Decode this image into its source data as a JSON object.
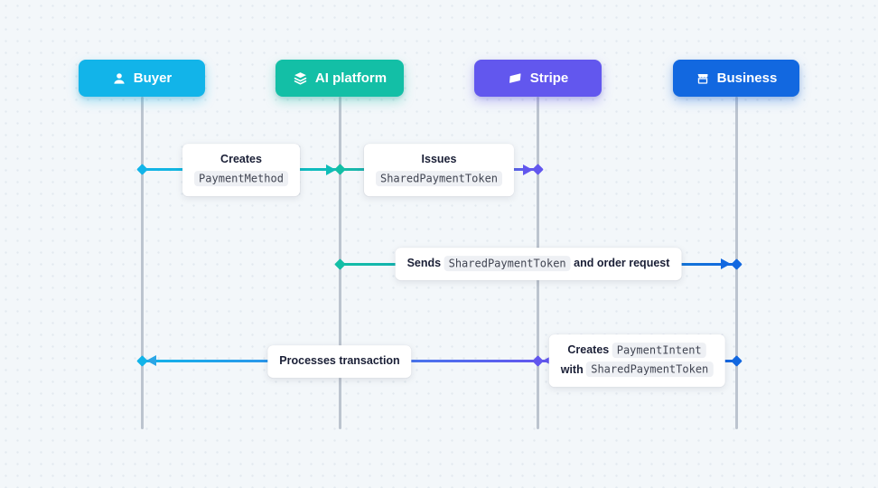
{
  "canvas": {
    "background": "#f3f7fa",
    "lifeline_color": "#bcc4cf"
  },
  "actors": [
    {
      "label": "Buyer",
      "icon": "user-icon",
      "color": "#12b4e9"
    },
    {
      "label": "AI platform",
      "icon": "layers-icon",
      "color": "#13bfa6"
    },
    {
      "label": "Stripe",
      "icon": "stripe-flag-icon",
      "color": "#6257ee"
    },
    {
      "label": "Business",
      "icon": "storefront-icon",
      "color": "#1268e0"
    }
  ],
  "messages": [
    {
      "from": "Buyer",
      "to": "AI platform",
      "action": "Creates",
      "code": "PaymentMethod"
    },
    {
      "from": "AI platform",
      "to": "Stripe",
      "action": "Issues",
      "code": "SharedPaymentToken"
    },
    {
      "from": "AI platform",
      "to": "Business",
      "action": "Sends",
      "code": "SharedPaymentToken",
      "suffix": "and order request"
    },
    {
      "from": "Business",
      "to": "Stripe",
      "action": "Creates",
      "code": "PaymentIntent",
      "connector": "with",
      "code2": "SharedPaymentToken"
    },
    {
      "from": "Stripe",
      "to": "Buyer",
      "action": "Processes transaction"
    }
  ]
}
